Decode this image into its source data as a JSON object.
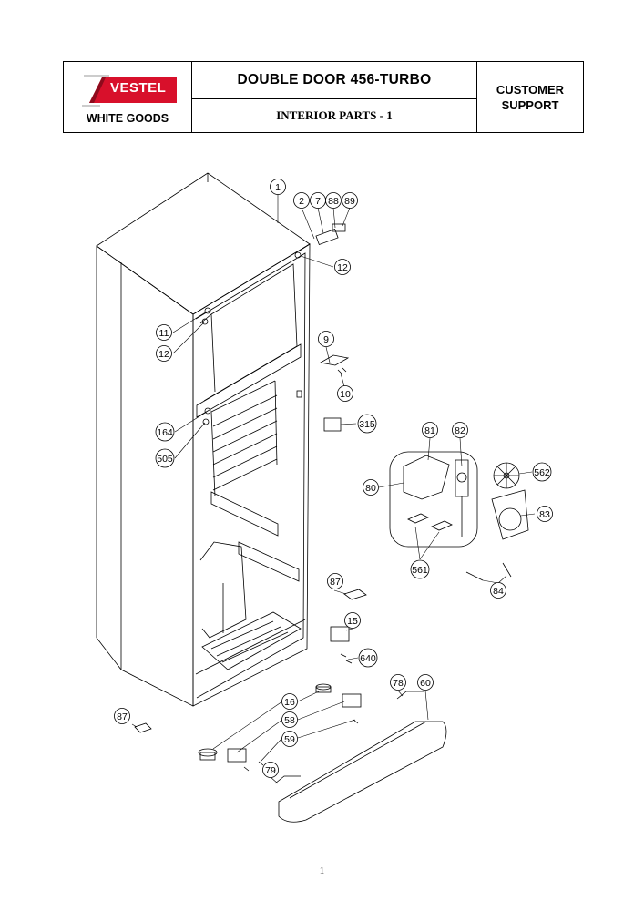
{
  "header": {
    "brand": "VESTEL",
    "division": "WHITE GOODS",
    "model": "DOUBLE  DOOR  456-TURBO",
    "section": "INTERIOR PARTS - 1",
    "support_line1": "CUSTOMER",
    "support_line2": "SUPPORT"
  },
  "colors": {
    "brand_red": "#d8102b",
    "ink": "#000000",
    "paper": "#ffffff"
  },
  "part_labels": [
    "1",
    "2",
    "7",
    "88",
    "89",
    "12",
    "11",
    "12",
    "9",
    "10",
    "164",
    "505",
    "315",
    "81",
    "82",
    "80",
    "562",
    "83",
    "561",
    "87",
    "84",
    "15",
    "640",
    "78",
    "60",
    "16",
    "87",
    "58",
    "59",
    "79"
  ],
  "footer": {
    "page": "1"
  }
}
